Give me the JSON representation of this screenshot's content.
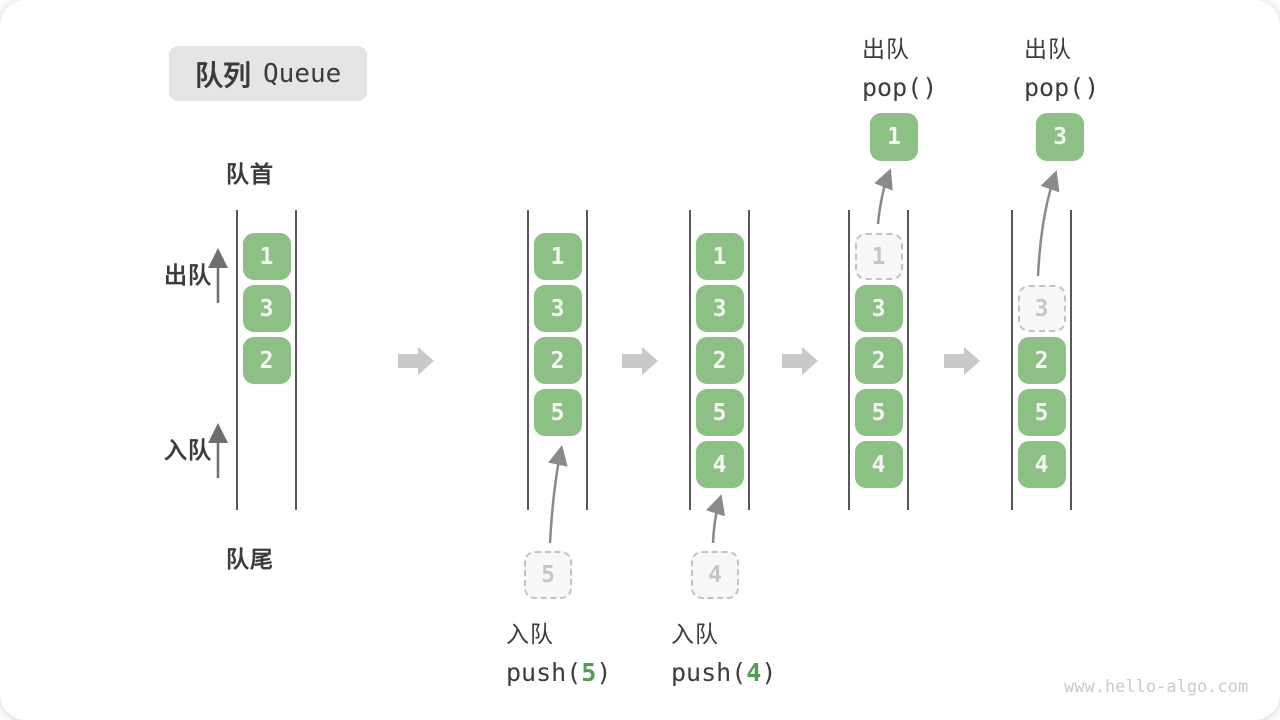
{
  "title": {
    "zh": "队列",
    "en": "Queue"
  },
  "side_labels": {
    "front": "队首",
    "rear": "队尾",
    "dequeue": "出队",
    "enqueue": "入队"
  },
  "operations": {
    "push5": {
      "label": "入队",
      "fn_open": "push(",
      "arg": "5",
      "fn_close": ")"
    },
    "push4": {
      "label": "入队",
      "fn_open": "push(",
      "arg": "4",
      "fn_close": ")"
    },
    "pop1": {
      "label": "出队",
      "fn": "pop()"
    },
    "pop2": {
      "label": "出队",
      "fn": "pop()"
    }
  },
  "states": [
    {
      "id": 1,
      "slots": [
        {
          "slot": 0,
          "value": "1",
          "style": "solid"
        },
        {
          "slot": 1,
          "value": "3",
          "style": "solid"
        },
        {
          "slot": 2,
          "value": "2",
          "style": "solid"
        }
      ]
    },
    {
      "id": 2,
      "slots": [
        {
          "slot": 0,
          "value": "1",
          "style": "solid"
        },
        {
          "slot": 1,
          "value": "3",
          "style": "solid"
        },
        {
          "slot": 2,
          "value": "2",
          "style": "solid"
        },
        {
          "slot": 3,
          "value": "5",
          "style": "solid"
        }
      ],
      "pending": {
        "value": "5"
      }
    },
    {
      "id": 3,
      "slots": [
        {
          "slot": 0,
          "value": "1",
          "style": "solid"
        },
        {
          "slot": 1,
          "value": "3",
          "style": "solid"
        },
        {
          "slot": 2,
          "value": "2",
          "style": "solid"
        },
        {
          "slot": 3,
          "value": "5",
          "style": "solid"
        },
        {
          "slot": 4,
          "value": "4",
          "style": "solid"
        }
      ],
      "pending": {
        "value": "4"
      }
    },
    {
      "id": 4,
      "slots": [
        {
          "slot": 0,
          "value": "1",
          "style": "dashed"
        },
        {
          "slot": 1,
          "value": "3",
          "style": "solid"
        },
        {
          "slot": 2,
          "value": "2",
          "style": "solid"
        },
        {
          "slot": 3,
          "value": "5",
          "style": "solid"
        },
        {
          "slot": 4,
          "value": "4",
          "style": "solid"
        }
      ],
      "popped": {
        "value": "1"
      }
    },
    {
      "id": 5,
      "slots": [
        {
          "slot": 1,
          "value": "3",
          "style": "dashed"
        },
        {
          "slot": 2,
          "value": "2",
          "style": "solid"
        },
        {
          "slot": 3,
          "value": "5",
          "style": "solid"
        },
        {
          "slot": 4,
          "value": "4",
          "style": "solid"
        }
      ],
      "popped": {
        "value": "3"
      }
    }
  ],
  "watermark": "www.hello-algo.com",
  "colors": {
    "item_green": "#8CC084",
    "item_text": "#F4F7F2",
    "code_arg_green": "#4CA050",
    "block_arrow_gray": "#C9C9C9",
    "wall_gray": "#585858",
    "dashed_gray": "#C2C2C2",
    "badge_bg": "#E5E5E5",
    "text_dark": "#3C3C3C"
  }
}
